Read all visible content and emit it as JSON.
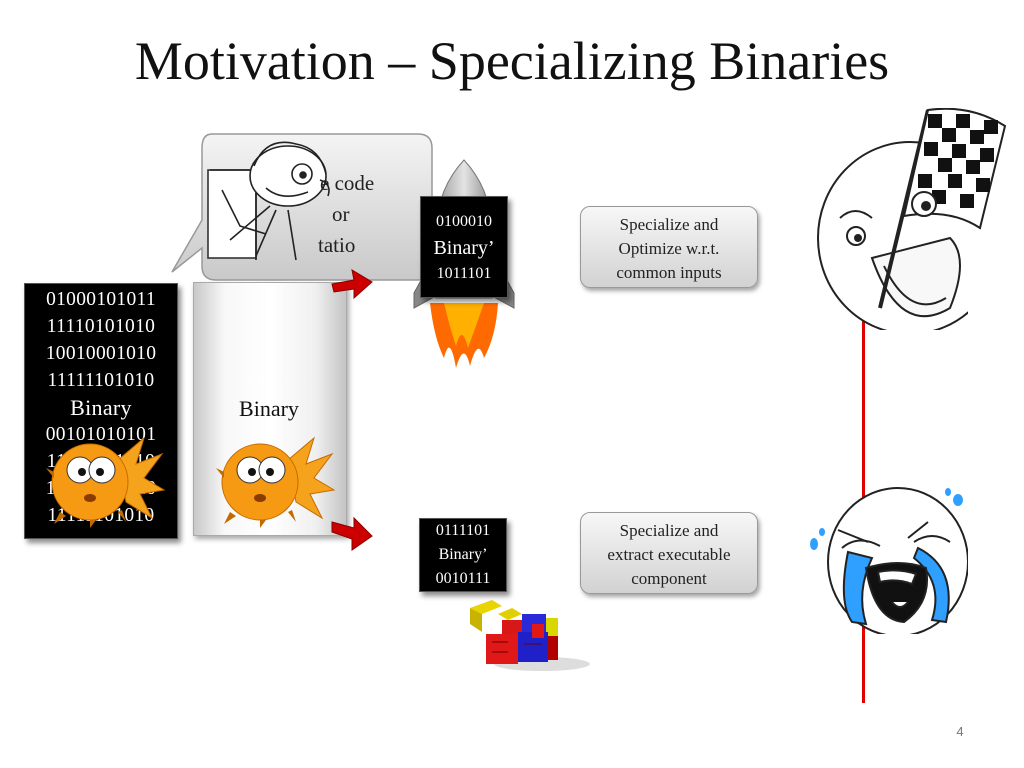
{
  "slide": {
    "title": "Motivation – Specializing Binaries",
    "page_number": "4"
  },
  "bubble": {
    "lines": [
      "e code",
      "or",
      "tatio"
    ]
  },
  "left_binary": {
    "lines_top": [
      "01000101011",
      "11110101010",
      "10010001010",
      "11111101010"
    ],
    "label": "Binary",
    "lines_bottom": [
      "00101010101",
      "11110101010",
      "10010001010",
      "11111101010"
    ]
  },
  "gray_binary": {
    "label": "Binary"
  },
  "top_binary": {
    "lines": [
      "0100010",
      "Binary’",
      "1011101"
    ]
  },
  "bottom_binary": {
    "lines": [
      "0111101",
      "Binary’",
      "0010111"
    ]
  },
  "top_step": {
    "lines": [
      "Specialize and",
      "Optimize w.r.t.",
      "common inputs"
    ]
  },
  "bottom_step": {
    "lines": [
      "Specialize and",
      "extract executable",
      "component"
    ]
  },
  "colors": {
    "divider": "#e00000",
    "arrow": "#cc0000",
    "flame": "#ff6a00"
  }
}
